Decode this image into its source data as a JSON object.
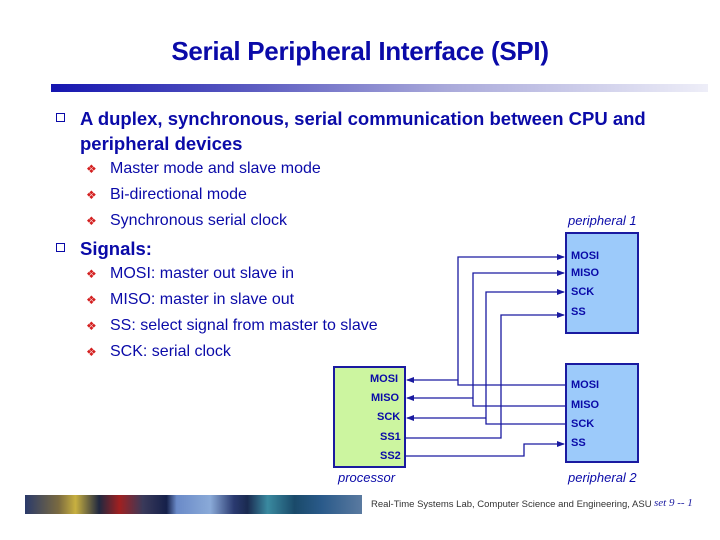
{
  "slide": {
    "title": "Serial Peripheral Interface (SPI)",
    "bullets": [
      {
        "text": "A duplex, synchronous, serial communication between CPU and peripheral devices",
        "sub": [
          "Master mode and slave mode",
          "Bi-directional mode",
          "Synchronous serial clock"
        ]
      },
      {
        "text": "Signals:",
        "sub": [
          "MOSI: master out slave in",
          "MISO: master in slave out",
          "SS: select signal from master to slave",
          "SCK: serial clock"
        ]
      }
    ],
    "bullet_icons": {
      "level1": "hollow-square-icon",
      "level2": "red-diamond-icon"
    },
    "colors": {
      "text": "#0a0aa8",
      "bullet2": "#d42020",
      "processor_fill": "#ccf5a0",
      "peripheral_fill": "#9ccafa",
      "wire": "#1a1aa0"
    }
  },
  "diagram": {
    "processor": {
      "caption": "processor",
      "pins": [
        "MOSI",
        "MISO",
        "SCK",
        "SS1",
        "SS2"
      ]
    },
    "peripheral1": {
      "caption": "peripheral 1",
      "pins": [
        "MOSI",
        "MISO",
        "SCK",
        "SS"
      ]
    },
    "peripheral2": {
      "caption": "peripheral 2",
      "pins": [
        "MOSI",
        "MISO",
        "SCK",
        "SS"
      ]
    }
  },
  "footer": {
    "institution": "Real-Time Systems Lab, Computer Science and Engineering, ASU",
    "page": "set 9 -- 1"
  }
}
